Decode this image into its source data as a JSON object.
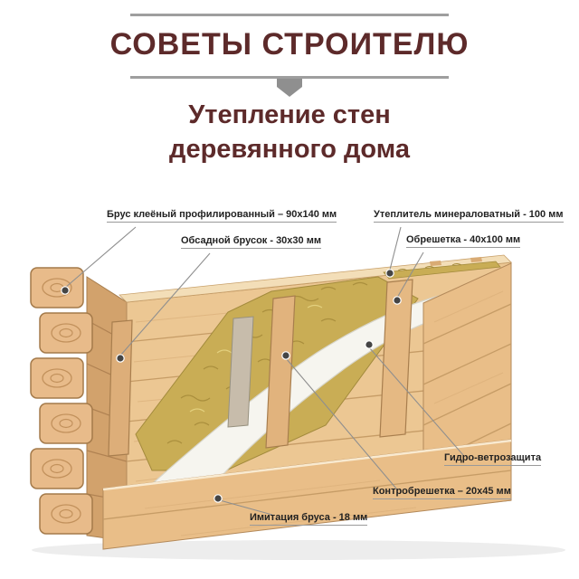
{
  "header": {
    "title": "СОВЕТЫ СТРОИТЕЛЮ",
    "subtitle_line1": "Утепление стен",
    "subtitle_line2": "деревянного дома"
  },
  "colors": {
    "accent": "#5d2a2a",
    "rule_gray": "#9e9e9e",
    "callout_gray": "#8f8f8f",
    "wood_light": "#ecc793",
    "wood_side": "#d2a26c",
    "insulation_olive": "#c9ad55",
    "membrane_white": "#f6f5ef"
  },
  "labels": [
    {
      "id": "brus",
      "text": "Брус клеёный профилированный – 90х140 мм"
    },
    {
      "id": "uteplitel",
      "text": "Утеплитель минераловатный - 100 мм"
    },
    {
      "id": "obsadnoy",
      "text": "Обсадной брусок - 30х30 мм"
    },
    {
      "id": "obreshetka",
      "text": "Обрешетка - 40х100 мм"
    },
    {
      "id": "gidro",
      "text": "Гидро-ветрозащита"
    },
    {
      "id": "kontr",
      "text": "Контробрешетка – 20х45 мм"
    },
    {
      "id": "imitaciya",
      "text": "Имитация бруса - 18 мм"
    }
  ]
}
